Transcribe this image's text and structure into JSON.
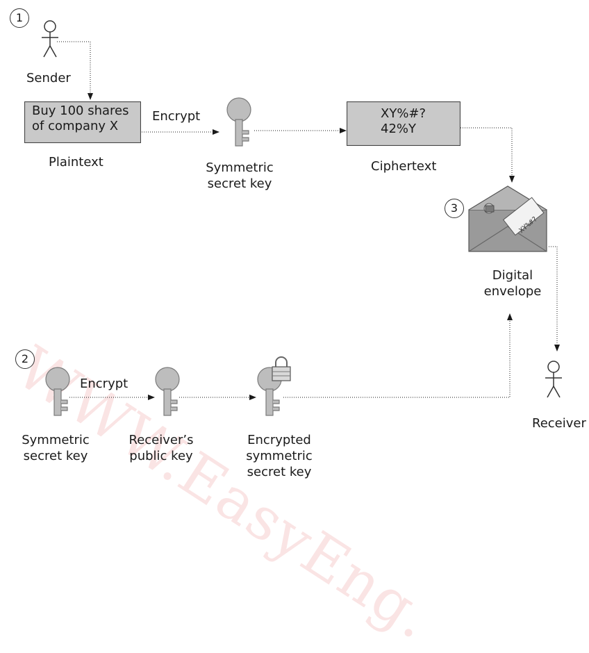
{
  "steps": [
    "1",
    "2",
    "3"
  ],
  "actors": {
    "sender": "Sender",
    "receiver": "Receiver"
  },
  "plaintext": {
    "line1": "Buy 100 shares",
    "line2": "of company X",
    "caption": "Plaintext"
  },
  "ciphertext": {
    "line1": "XY%#?",
    "line2": "42%Y",
    "caption": "Ciphertext"
  },
  "actions": {
    "encrypt_top": "Encrypt",
    "encrypt_bottom": "Encrypt"
  },
  "keys": {
    "top_symmetric": {
      "line1": "Symmetric",
      "line2": "secret key"
    },
    "bottom_symmetric": {
      "line1": "Symmetric",
      "line2": "secret key"
    },
    "receiver_public": {
      "line1": "Receiver’s",
      "line2": "public key"
    },
    "encrypted_symmetric": {
      "line1": "Encrypted",
      "line2": "symmetric",
      "line3": "secret key"
    }
  },
  "envelope": {
    "line1": "Digital",
    "line2": "envelope",
    "note_text": "XY%#?"
  },
  "watermark": "WWW.EasyEng.",
  "colors": {
    "box_fill": "#c9c9c9",
    "key_fill": "#bdbdbd",
    "line": "#1a1a1a",
    "watermark": "#e15a5a"
  }
}
